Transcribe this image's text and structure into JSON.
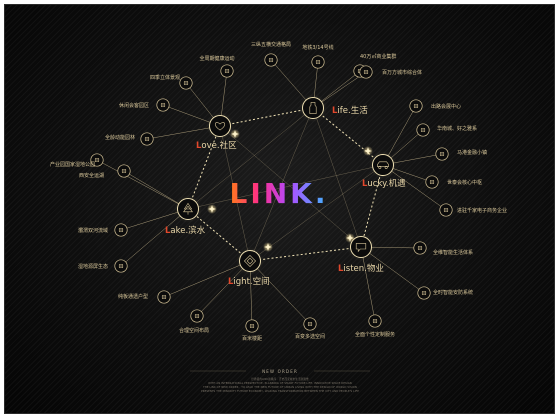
{
  "center": {
    "title": "LINK."
  },
  "colors": {
    "gold": "#d9c79a",
    "accent_red": "#e2482c",
    "background": "#0d0d0d"
  },
  "hubs": [
    {
      "id": "life",
      "initial": "L",
      "label": "ife.生活",
      "icon": "bottle-icon"
    },
    {
      "id": "love",
      "initial": "L",
      "label": "ove.社区",
      "icon": "heart-icon"
    },
    {
      "id": "lucky",
      "initial": "L",
      "label": "ucky.机遇",
      "icon": "car-icon"
    },
    {
      "id": "lake",
      "initial": "L",
      "label": "ake.滨水",
      "icon": "tree-icon"
    },
    {
      "id": "light",
      "initial": "L",
      "label": "ight.空间",
      "icon": "diamond-icon"
    },
    {
      "id": "listen",
      "initial": "L",
      "label": "isten.物业",
      "icon": "chat-icon"
    }
  ],
  "nodes": [
    {
      "hub": "life",
      "label": "三纵五横交通格局",
      "icon": "road-icon"
    },
    {
      "hub": "life",
      "label": "地铁3/14号线",
      "icon": "metro-icon"
    },
    {
      "hub": "life",
      "label": "40万㎡商业集群",
      "icon": "mall-icon"
    },
    {
      "hub": "life",
      "label": "百万方城市综合体",
      "icon": "building-icon"
    },
    {
      "hub": "love",
      "label": "全周期健康运动",
      "icon": "runner-icon"
    },
    {
      "hub": "love",
      "label": "四季立体景观",
      "icon": "flower-icon"
    },
    {
      "hub": "love",
      "label": "休闲会客园区",
      "icon": "bench-icon"
    },
    {
      "hub": "love",
      "label": "全龄动能园林",
      "icon": "family-icon"
    },
    {
      "hub": "lucky",
      "label": "出路会展中心",
      "icon": "expo-icon"
    },
    {
      "hub": "lucky",
      "label": "华南城、好之雅系",
      "icon": "city-icon"
    },
    {
      "hub": "lucky",
      "label": "马港金融小镇",
      "icon": "bank-icon"
    },
    {
      "hub": "lucky",
      "label": "世泰会核心中枢",
      "icon": "hub-icon"
    },
    {
      "hub": "lucky",
      "label": "进驻千家电子商务企业",
      "icon": "cart-icon"
    },
    {
      "hub": "lake",
      "label": "产业园国家湿地公园",
      "icon": "park-icon"
    },
    {
      "hub": "lake",
      "label": "西安全运湖",
      "icon": "wave-icon"
    },
    {
      "hub": "lake",
      "label": "灞渭双河流域",
      "icon": "river-icon"
    },
    {
      "hub": "lake",
      "label": "湿地源屏生态",
      "icon": "leaf-icon"
    },
    {
      "hub": "light",
      "label": "纯板通透户型",
      "icon": "window-icon"
    },
    {
      "hub": "light",
      "label": "合理空间布局",
      "icon": "layout-icon"
    },
    {
      "hub": "light",
      "label": "百米楼距",
      "icon": "distance-icon"
    },
    {
      "hub": "light",
      "label": "百变多选空间",
      "icon": "cube-icon"
    },
    {
      "hub": "listen",
      "label": "全维智能生活体系",
      "icon": "smart-home-icon"
    },
    {
      "hub": "listen",
      "label": "全时智能安防系统",
      "icon": "camera-icon"
    },
    {
      "hub": "listen",
      "label": "全面个性定制服务",
      "icon": "service-icon"
    }
  ],
  "footer": {
    "heading": "NEW ORDER",
    "lines": [
      "世界级的LINK新秩序 · 开启西安城市生活新篇章",
      "WITH AN INTERNATIONAL PERSPECTIVE, PLANNING OF SMART FUTURE LIFE, INNOVATIVE SPACE DESIGN",
      "THE LINK OF NEW ORDER · TO LEAD THE NEW FUTURE OF URBAN LIVING WITH THE DESIGN OF WORLD VISION",
      "PRESENTS THE MINORITY FUTURE ECONOMY, LEADING TRANSFORMATION BETWEEN THE CITY AND PEOPLE'S LIFE"
    ]
  }
}
